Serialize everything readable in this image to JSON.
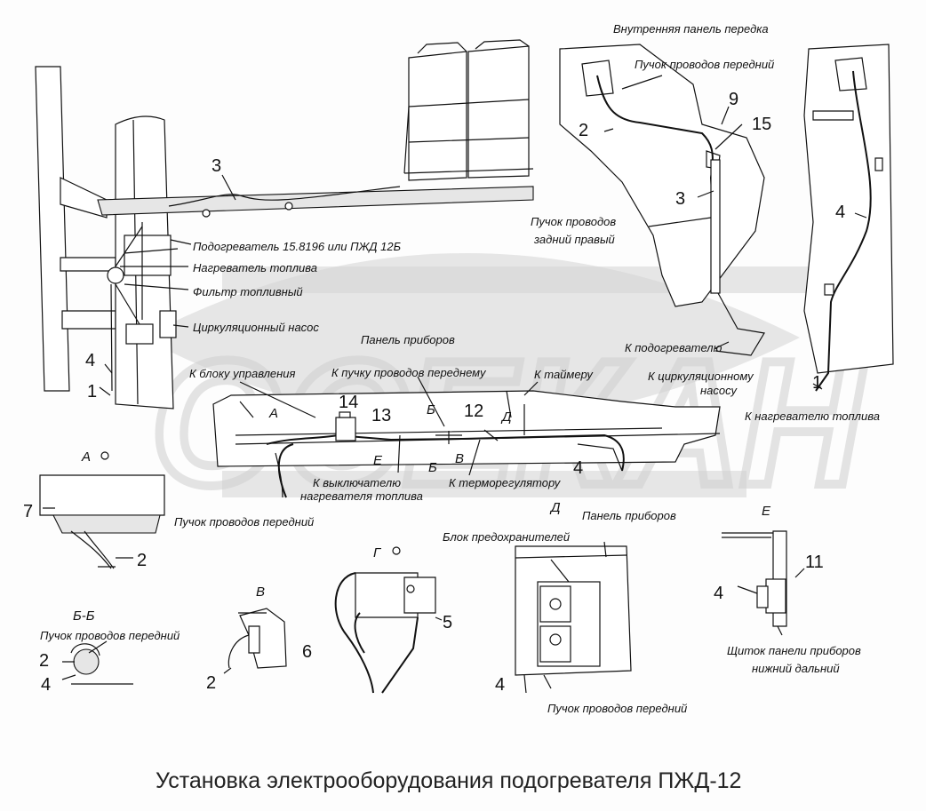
{
  "title": "Установка электрооборудования подогревателя ПЖД-12",
  "watermark": "ОСЕКАН",
  "labels": {
    "inner_panel": "Внутренняя панель передка",
    "harness_front_top": "Пучок проводов передний",
    "harness_rear_right_1": "Пучок проводов",
    "harness_rear_right_2": "задний правый",
    "heater": "Подогреватель 15.8196 или ПЖД 12Б",
    "fuel_heater": "Нагреватель топлива",
    "fuel_filter": "Фильтр топливный",
    "circ_pump": "Циркуляционный насос",
    "instrument_panel": "Панель приборов",
    "to_control_unit": "К блоку управления",
    "to_front_harness": "К пучку проводов переднему",
    "to_timer": "К таймеру",
    "to_circ_pump_1": "К циркуляционному",
    "to_circ_pump_2": "насосу",
    "to_heater": "К подогревателю",
    "to_fuel_heater": "К нагревателю топлива",
    "to_switch_1": "К выключателю",
    "to_switch_2": "нагревателя топлива",
    "to_thermoreg": "К терморегулятору",
    "harness_front_mid": "Пучок проводов передний",
    "instrument_panel_d": "Панель приборов",
    "fuse_block": "Блок предохранителей",
    "harness_front_bb": "Пучок проводов передний",
    "harness_front_d": "Пучок проводов передний",
    "shield_1": "Щиток панели приборов",
    "shield_2": "нижний дальний"
  },
  "views": {
    "a": "А",
    "a_top": "А",
    "b": "Б",
    "b_sec": "Б",
    "v": "В",
    "v_sec": "В",
    "g": "Г",
    "d": "Д",
    "d_sec": "Д",
    "e": "Е",
    "e_sec": "Е",
    "bb": "Б-Б"
  },
  "callouts": {
    "c3_left": "3",
    "c4_left": "4",
    "c1_left": "1",
    "c7": "7",
    "c2_a": "2",
    "c2_top": "2",
    "c9": "9",
    "c15": "15",
    "c3_right": "3",
    "c4_right": "4",
    "c1_right": "1",
    "c14": "14",
    "c13": "13",
    "c12": "12",
    "c4_mid": "4",
    "c5": "5",
    "c6": "6",
    "c2_v": "2",
    "c2_bb": "2",
    "c4_bb": "4",
    "c4_d": "4",
    "c4_e": "4",
    "c11": "11"
  }
}
